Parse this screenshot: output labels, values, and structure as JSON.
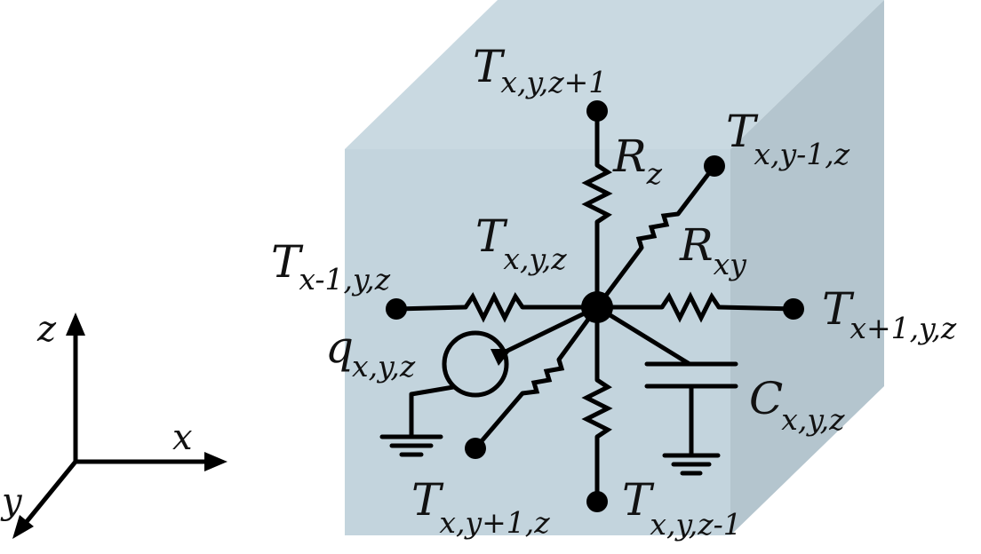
{
  "axes": {
    "z": "z",
    "x": "x",
    "y": "y"
  },
  "colors": {
    "cube_front": "#c3d4dd",
    "cube_top": "#c9d9e1",
    "cube_side": "#b4c5ce",
    "ink": "#000000"
  },
  "labels": {
    "t_top": {
      "main": "T",
      "sub": "x,y,z+1"
    },
    "t_back": {
      "main": "T",
      "sub": "x,y-1,z"
    },
    "t_left": {
      "main": "T",
      "sub": "x-1,y,z"
    },
    "t_center": {
      "main": "T",
      "sub": "x,y,z"
    },
    "t_right": {
      "main": "T",
      "sub": "x+1,y,z"
    },
    "t_front": {
      "main": "T",
      "sub": "x,y+1,z"
    },
    "t_bottom": {
      "main": "T",
      "sub": "x,y,z-1"
    },
    "r_z": {
      "main": "R",
      "sub": "z"
    },
    "r_xy": {
      "main": "R",
      "sub": "xy"
    },
    "q": {
      "main": "q",
      "sub": "x,y,z"
    },
    "c": {
      "main": "C",
      "sub": "x,y,z"
    }
  }
}
